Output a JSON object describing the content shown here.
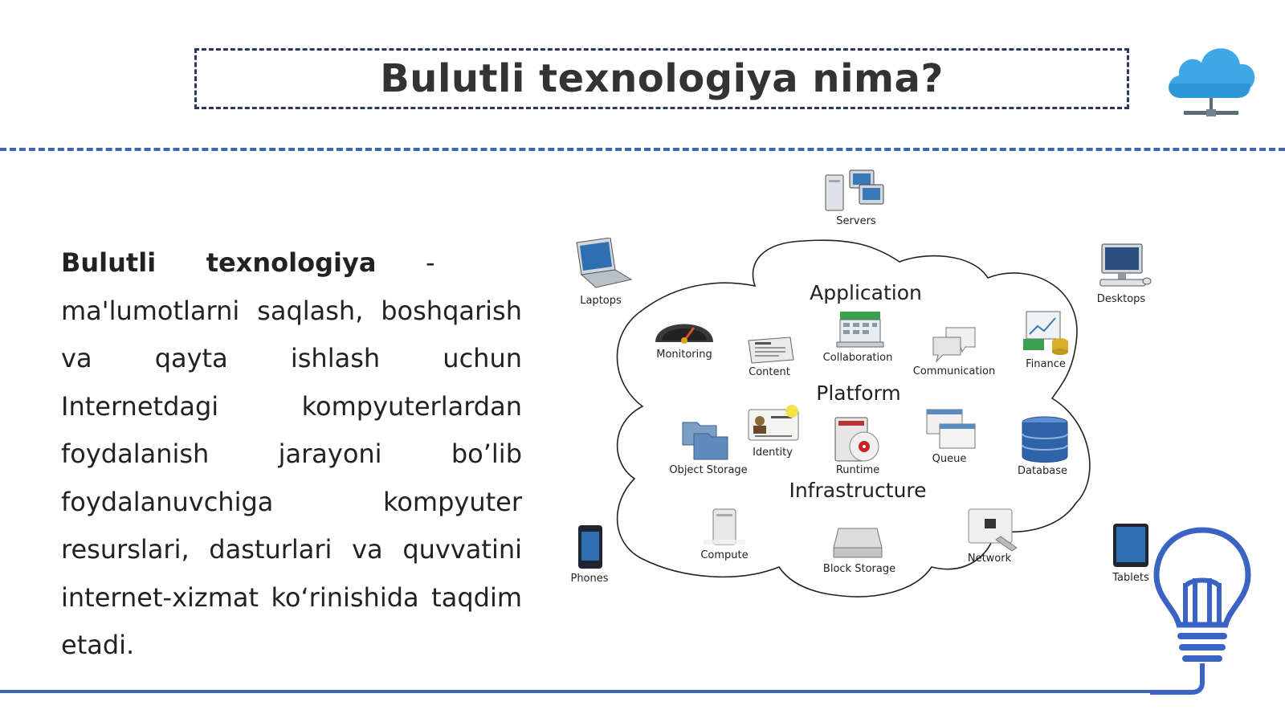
{
  "title": "Bulutli texnologiya nima?",
  "definition": {
    "term": "Bulutli texnologiya",
    "dash": "-",
    "text": "ma'lumotlarni saqlash, boshqarish va qayta ishlash uchun Internetdagi kompyuterlardan foydalanish jarayoni bo’lib foydalanuvchiga kompyuter resurslari, dasturlari va quvvatini internet-xizmat ko‘rinishida taqdim etadi."
  },
  "diagram": {
    "layers": {
      "application": "Application",
      "platform": "Platform",
      "infrastructure": "Infrastructure"
    },
    "clients": {
      "servers": "Servers",
      "laptops": "Laptops",
      "desktops": "Desktops",
      "phones": "Phones",
      "tablets": "Tablets"
    },
    "application_items": {
      "monitoring": "Monitoring",
      "content": "Content",
      "collaboration": "Collaboration",
      "communication": "Communication",
      "finance": "Finance"
    },
    "platform_items": {
      "object_storage": "Object Storage",
      "identity": "Identity",
      "runtime": "Runtime",
      "queue": "Queue",
      "database": "Database"
    },
    "infrastructure_items": {
      "compute": "Compute",
      "block_storage": "Block Storage",
      "network": "Network"
    }
  },
  "colors": {
    "accent": "#3d66b8",
    "title_border": "#2b3a5c",
    "cloud_icon": "#3ea8e6",
    "bulb_icon": "#3b63c4"
  },
  "icons": [
    "cloud-network-icon",
    "lightbulb-icon"
  ]
}
